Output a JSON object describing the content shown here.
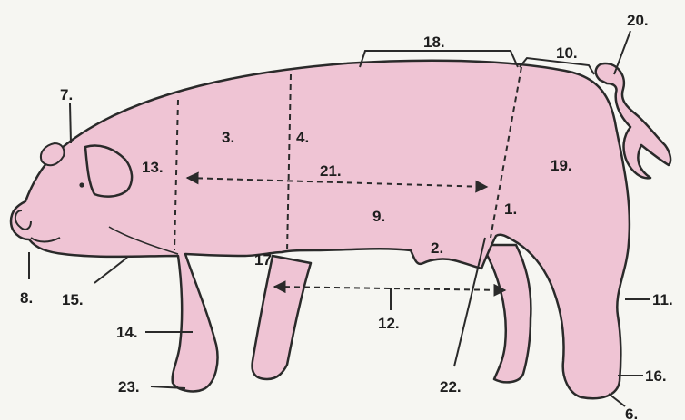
{
  "diagram": {
    "colors": {
      "body_fill": "#efc4d4",
      "outline": "#2a2a2a",
      "background": "#f6f6f2",
      "label_text": "#1e1e1e"
    },
    "labels": {
      "l1": "1.",
      "l2": "2.",
      "l3": "3.",
      "l4": "4.",
      "l6": "6.",
      "l7": "7.",
      "l8": "8.",
      "l9": "9.",
      "l10": "10.",
      "l11": "11.",
      "l12": "12.",
      "l13": "13.",
      "l14": "14.",
      "l15": "15.",
      "l16": "16.",
      "l17": "17",
      "l18": "18.",
      "l19": "19.",
      "l20": "20.",
      "l21": "21.",
      "l22": "22.",
      "l23": "23."
    }
  }
}
